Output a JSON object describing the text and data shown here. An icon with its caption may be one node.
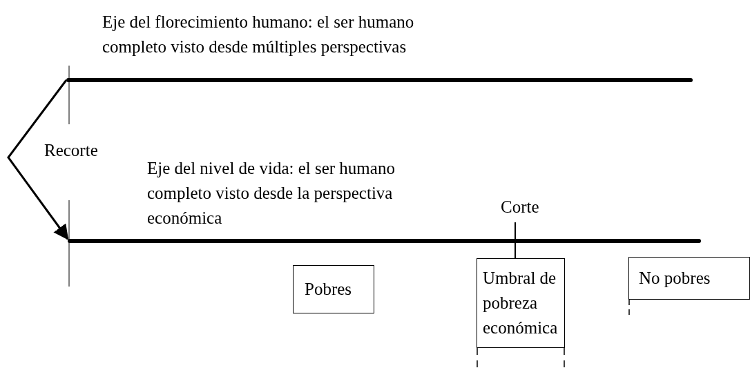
{
  "diagram": {
    "nodes": [
      {
        "text": [
          "Eje del florecimiento humano: el ser humano completo visto desde múltiples perspectivas"
        ]
      },
      {
        "text": [
          "Eje del nivel de vida: el ser humano completo visto desde la perspectiva económica"
        ]
      },
      {
        "text": [
          "Pobres"
        ]
      },
      {
        "text": [
          "Umbral de pobreza económica"
        ]
      },
      {
        "text": [
          "No pobres"
        ]
      }
    ],
    "edges": [
      {
        "from": 0,
        "to": 1,
        "arrow": "to",
        "label": "Recorte"
      }
    ],
    "labels": [
      "Corte"
    ]
  }
}
